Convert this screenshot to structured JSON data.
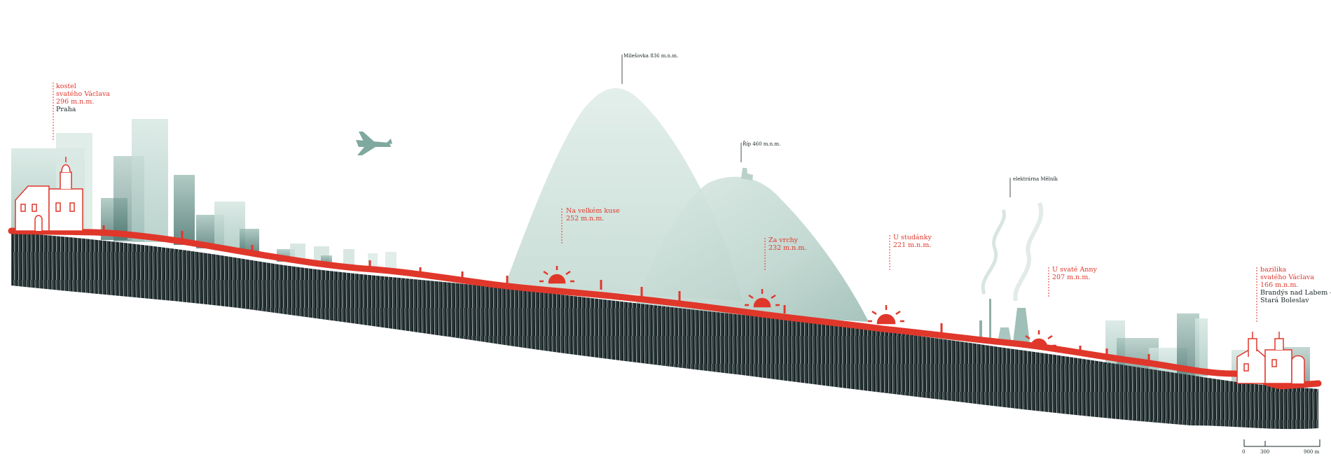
{
  "colors": {
    "accent_red": "#e0372b",
    "ground_dark": "#1a2628",
    "hill_light": "#d4e6e0",
    "building_teal": "#7fa89f",
    "label_dark": "#1a2628"
  },
  "places": [
    {
      "line1": "kostel",
      "line2": "svatého Václava",
      "elevation": "296 m.n.m.",
      "town": "Praha",
      "icon": "church-icon"
    },
    {
      "line1": "Na velkém kuse",
      "elevation": "252 m.n.m.",
      "icon": "sun-marker-icon"
    },
    {
      "line1": "Za vrchy",
      "elevation": "232 m.n.m.",
      "icon": "sun-marker-icon"
    },
    {
      "line1": "U studánky",
      "elevation": "221 m.n.m.",
      "icon": "sun-marker-icon"
    },
    {
      "line1": "U svaté Anny",
      "elevation": "207 m.n.m.",
      "icon": "sun-marker-icon"
    },
    {
      "line1": "bazilika",
      "line2": "svatého Václava",
      "elevation": "166 m.n.m.",
      "town": "Brandýs nad Labem -",
      "town2": "Stará Boleslav",
      "icon": "basilica-icon"
    }
  ],
  "landmarks": [
    {
      "label": "Milešovka 836 m.n.m.",
      "icon": "mountain-icon"
    },
    {
      "label": "Říp 460 m.n.m.",
      "icon": "hill-icon"
    },
    {
      "label": "elektrárna Mělník",
      "icon": "power-plant-icon"
    }
  ],
  "scale": {
    "ticks": [
      "0",
      "300",
      "900 m"
    ]
  },
  "decor": {
    "plane": "airplane-icon"
  }
}
